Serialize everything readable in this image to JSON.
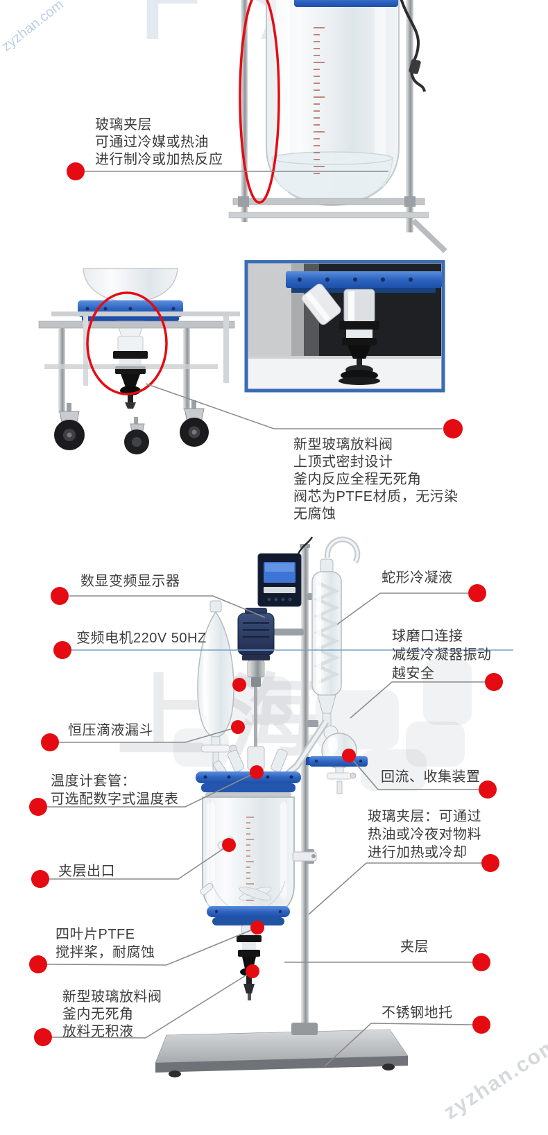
{
  "colors": {
    "accent_red": "#e50b12",
    "leader_gray": "#8c8c8c",
    "leader_blue": "#7aa0cc",
    "flange_blue": "#2e64c0",
    "inset_border": "#3a6cb4"
  },
  "watermarks": {
    "site": "zyzhan.com",
    "brand": "上海"
  },
  "top_section": {
    "jacket_note": [
      "玻璃夹层",
      "可通过冷媒或热油",
      "进行制冷或加热反应"
    ]
  },
  "mid_section": {
    "valve_note": [
      "新型玻璃放料阀",
      "上顶式密封设计",
      "釜内反应全程无死角",
      "阀芯为PTFE材质，无污染",
      "无腐蚀"
    ]
  },
  "main_section": {
    "display": [
      "数显变频显示器"
    ],
    "motor": [
      "变频电机220V  50HZ"
    ],
    "funnel": [
      "恒压滴液漏斗"
    ],
    "thermo": [
      "温度计套管：",
      "可选配数字式温度表"
    ],
    "outlet": [
      "夹层出口"
    ],
    "stirrer": [
      "四叶片PTFE",
      "搅拌桨，耐腐蚀"
    ],
    "discharge": [
      "新型玻璃放料阀",
      "釜内无死角",
      "放料无积液"
    ],
    "condenser": [
      "蛇形冷凝液"
    ],
    "balljoint": [
      "球磨口连接",
      "减缓冷凝器振动",
      "越安全"
    ],
    "reflux": [
      "回流、收集装置"
    ],
    "jacket_info": [
      "玻璃夹层：可通过",
      "热油或冷夜对物料",
      "进行加热或冷却"
    ],
    "jacket": [
      "夹层"
    ],
    "base": [
      "不锈钢地托"
    ]
  }
}
